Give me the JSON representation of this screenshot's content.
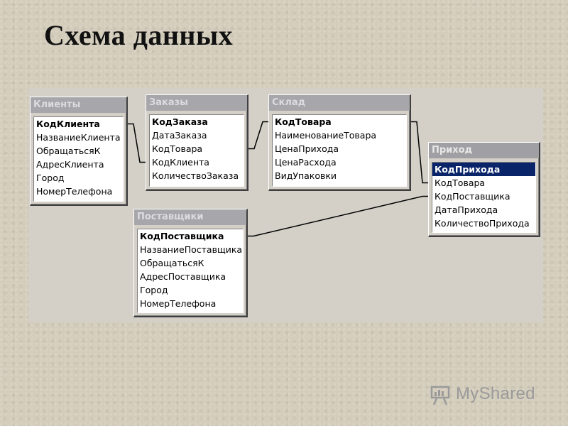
{
  "title": "Схема данных",
  "tables": [
    {
      "id": "clients",
      "title": "Клиенты",
      "fields": [
        {
          "name": "КодКлиента",
          "pk": true
        },
        {
          "name": "НазваниеКлиента"
        },
        {
          "name": "ОбращатьсяК"
        },
        {
          "name": "АдресКлиента"
        },
        {
          "name": "Город"
        },
        {
          "name": "НомерТелефона"
        }
      ]
    },
    {
      "id": "orders",
      "title": "Заказы",
      "fields": [
        {
          "name": "КодЗаказа",
          "pk": true
        },
        {
          "name": "ДатаЗаказа"
        },
        {
          "name": "КодТовара"
        },
        {
          "name": "КодКлиента"
        },
        {
          "name": "КоличествоЗаказа"
        }
      ]
    },
    {
      "id": "warehouse",
      "title": "Склад",
      "fields": [
        {
          "name": "КодТовара",
          "pk": true
        },
        {
          "name": "НаименованиеТовара"
        },
        {
          "name": "ЦенаПрихода"
        },
        {
          "name": "ЦенаРасхода"
        },
        {
          "name": "ВидУпаковки"
        }
      ]
    },
    {
      "id": "arrival",
      "title": "Приход",
      "active": true,
      "fields": [
        {
          "name": "КодПрихода",
          "pk": true,
          "selected": true
        },
        {
          "name": "КодТовара"
        },
        {
          "name": "КодПоставщика"
        },
        {
          "name": "ДатаПрихода"
        },
        {
          "name": "КоличествоПрихода"
        }
      ]
    },
    {
      "id": "suppliers",
      "title": "Поставщики",
      "fields": [
        {
          "name": "КодПоставщика",
          "pk": true
        },
        {
          "name": "НазваниеПоставщика"
        },
        {
          "name": "ОбращатьсяК"
        },
        {
          "name": "АдресПоставщика"
        },
        {
          "name": "Город"
        },
        {
          "name": "НомерТелефона"
        }
      ]
    }
  ],
  "relationships": [
    {
      "from": "clients.КодКлиента",
      "to": "orders.КодКлиента"
    },
    {
      "from": "orders.КодТовара",
      "to": "warehouse.КодТовара"
    },
    {
      "from": "warehouse.КодТовара",
      "to": "arrival.КодТовара"
    },
    {
      "from": "suppliers.КодПоставщика",
      "to": "arrival.КодПоставщика"
    }
  ],
  "watermark": {
    "text": "MyShared",
    "icon": "presentation-board-icon"
  }
}
